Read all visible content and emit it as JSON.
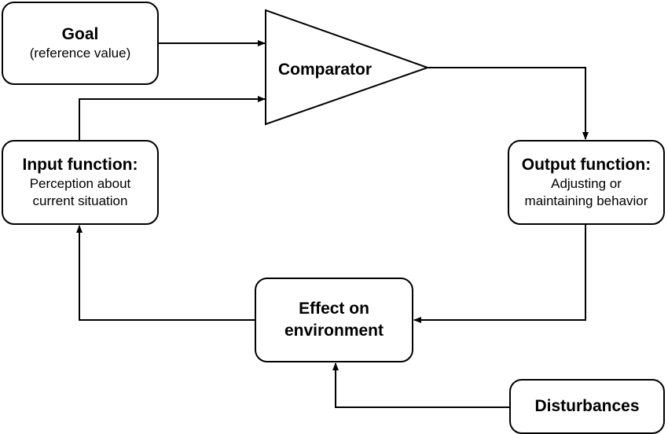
{
  "diagram": {
    "goal": {
      "title": "Goal",
      "subtitle": "(reference value)"
    },
    "comparator": {
      "label": "Comparator"
    },
    "input_function": {
      "title": "Input function:",
      "line1": "Perception about",
      "line2": "current situation"
    },
    "output_function": {
      "title": "Output function:",
      "line1": "Adjusting or",
      "line2": "maintaining behavior"
    },
    "effect": {
      "line1": "Effect on",
      "line2": "environment"
    },
    "disturbances": {
      "title": "Disturbances"
    },
    "colors": {
      "stroke": "#000000",
      "fill": "#ffffff"
    }
  }
}
